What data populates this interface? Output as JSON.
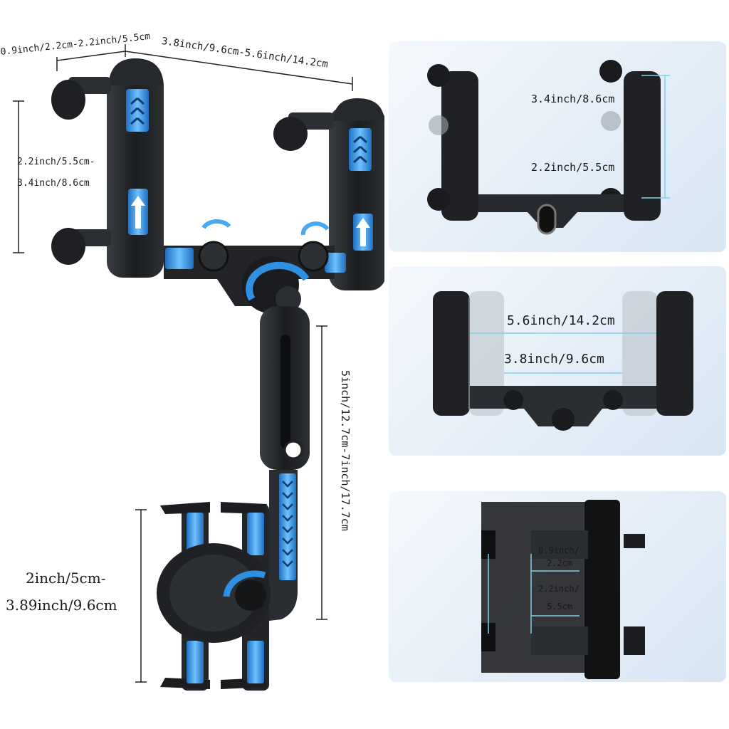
{
  "main": {
    "top_width_range": "0.9inch/2.2cm-2.2inch/5.5cm",
    "top_span_range": "3.8inch/9.6cm-5.6inch/14.2cm",
    "clamp_height_min": "2.2inch/5.5cm-",
    "clamp_height_max": "3.4inch/8.6cm",
    "arm_length_range": "5inch/12.7cm-7inch/17.7cm",
    "holder_width_min": "2inch/5cm-",
    "holder_width_max": "3.89inch/9.6cm"
  },
  "panels": {
    "height_view": {
      "max": "3.4inch/8.6cm",
      "min": "2.2inch/5.5cm"
    },
    "width_view": {
      "max": "5.6inch/14.2cm",
      "min": "3.8inch/9.6cm"
    },
    "depth_view": {
      "min_a": "0.9inch/",
      "min_b": "2.2cm",
      "max_a": "2.2inch/",
      "max_b": "5.5cm"
    }
  },
  "colors": {
    "accent": "#2f8fe0",
    "accent_light": "#6ec1ff",
    "body": "#1d1f22",
    "panel_bg": "#e3edf7"
  }
}
